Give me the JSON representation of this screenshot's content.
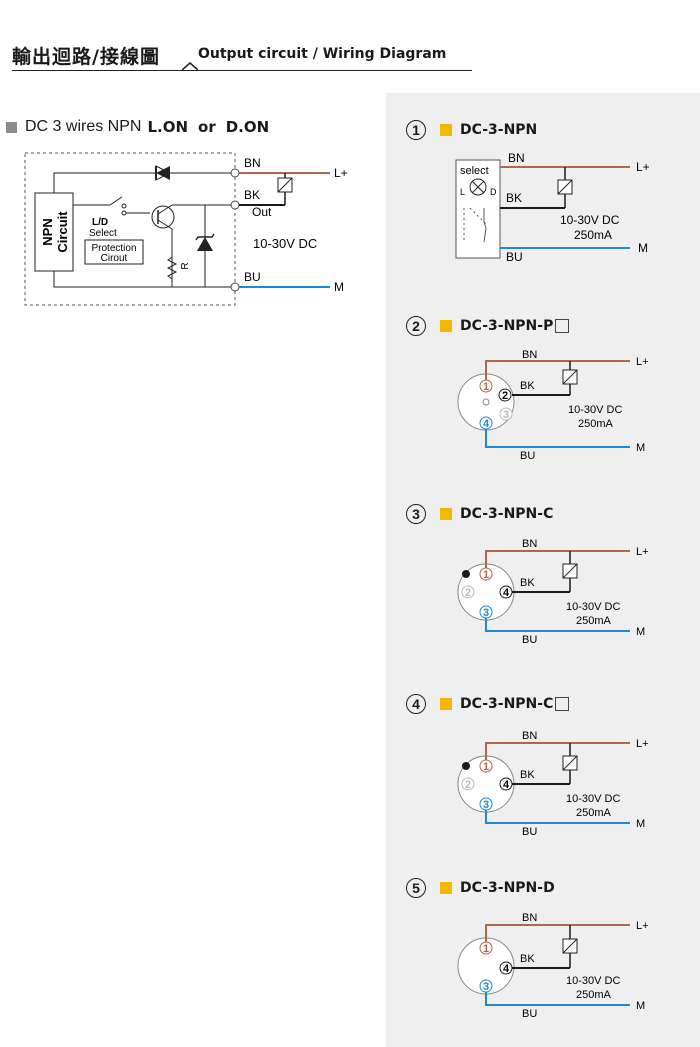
{
  "header": {
    "title_cn": "輸出迴路/接線圖",
    "title_en": "Output circuit / Wiring Diagram"
  },
  "left": {
    "title": "DC 3 wires NPN",
    "mode_a": "L.ON",
    "mode_or": "or",
    "mode_b": "D.ON",
    "npn_circuit_1": "NPN",
    "npn_circuit_2": "Circuit",
    "ld_1": "L/D",
    "ld_2": "Select",
    "prot_1": "Protection",
    "prot_2": "Cirout",
    "r_label": "R",
    "bn": "BN",
    "bk": "BK",
    "out": "Out",
    "bu": "BU",
    "lplus": "L+",
    "m": "M",
    "voltage": "10-30V DC"
  },
  "colors": {
    "brown": "#b0674a",
    "black": "#1a1a1a",
    "blue": "#1a8ad4",
    "yellow": "#f5b800",
    "panel": "#efefef",
    "gray_square": "#8c8c8c"
  },
  "diagrams": [
    {
      "num": "1",
      "label": "DC-3-NPN",
      "select": "select",
      "l": "L",
      "d": "D",
      "bn": "BN",
      "bk": "BK",
      "bu": "BU",
      "lplus": "L+",
      "m": "M",
      "volt": "10-30V DC",
      "amp": "250mA"
    },
    {
      "num": "2",
      "label": "DC-3-NPN-P",
      "suffix": "□",
      "pins": [
        "1",
        "2",
        "3",
        "4"
      ],
      "bn": "BN",
      "bk": "BK",
      "bu": "BU",
      "lplus": "L+",
      "m": "M",
      "volt": "10-30V DC",
      "amp": "250mA"
    },
    {
      "num": "3",
      "label": "DC-3-NPN-C",
      "pins": [
        "1",
        "2",
        "3",
        "4"
      ],
      "bn": "BN",
      "bk": "BK",
      "bu": "BU",
      "lplus": "L+",
      "m": "M",
      "volt": "10-30V DC",
      "amp": "250mA"
    },
    {
      "num": "4",
      "label": "DC-3-NPN-C",
      "suffix": "□",
      "pins": [
        "1",
        "2",
        "3",
        "4"
      ],
      "bn": "BN",
      "bk": "BK",
      "bu": "BU",
      "lplus": "L+",
      "m": "M",
      "volt": "10-30V DC",
      "amp": "250mA"
    },
    {
      "num": "5",
      "label": "DC-3-NPN-D",
      "pins": [
        "1",
        "4",
        "3"
      ],
      "bn": "BN",
      "bk": "BK",
      "bu": "BU",
      "lplus": "L+",
      "m": "M",
      "volt": "10-30V DC",
      "amp": "250mA"
    }
  ]
}
